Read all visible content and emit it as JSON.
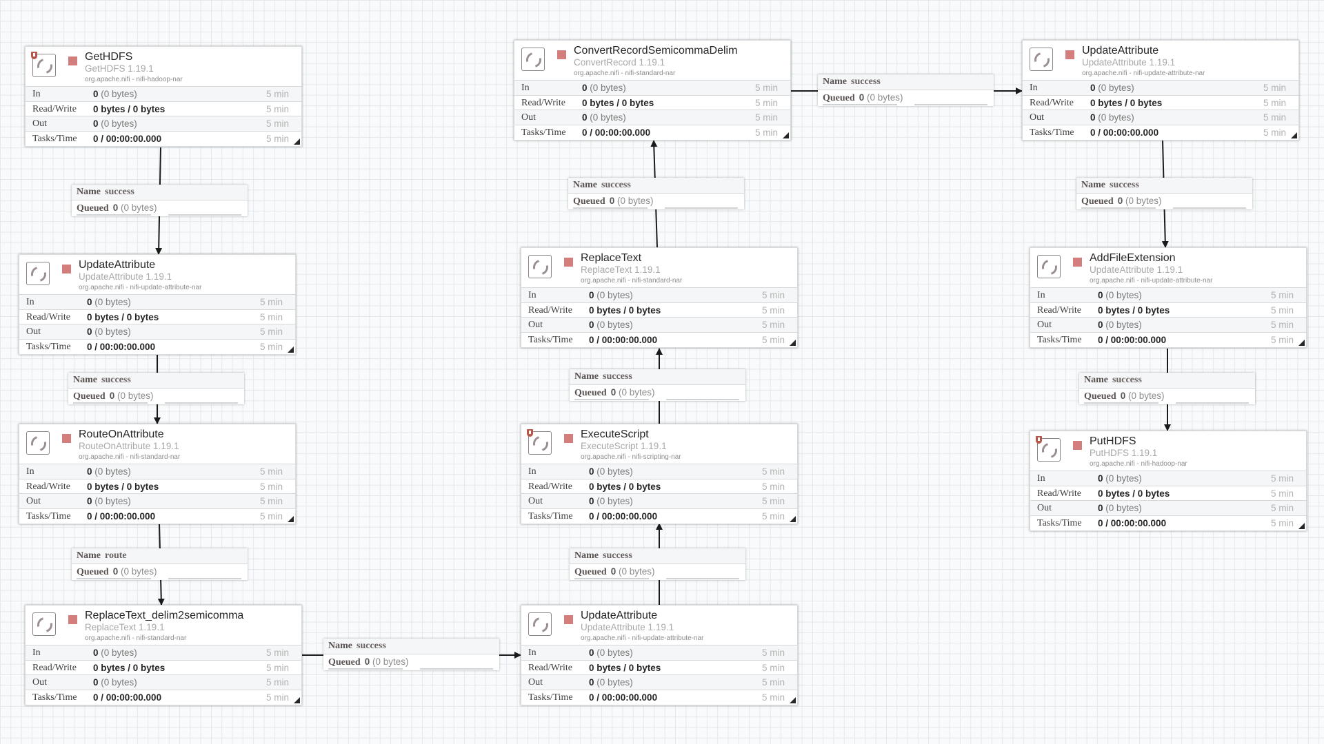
{
  "app": "Apache NiFi flow canvas",
  "row_labels": {
    "in": "In",
    "read_write": "Read/Write",
    "out": "Out",
    "tasks_time": "Tasks/Time"
  },
  "connection_labels": {
    "name": "Name",
    "queued": "Queued"
  },
  "colors": {
    "stopped_state": "#d37d7d",
    "restricted_badge": "#ba554a",
    "canvas_bg": "#f9fafb"
  },
  "processors": [
    {
      "id": "gethdfs",
      "name": "GetHDFS",
      "type": "GetHDFS 1.19.1",
      "bundle": "org.apache.nifi - nifi-hadoop-nar",
      "restricted": true,
      "state": "stopped",
      "in": "0",
      "in_bytes": "(0 bytes)",
      "read_write": "0 bytes / 0 bytes",
      "out": "0",
      "out_bytes": "(0 bytes)",
      "tasks_time": "0 / 00:00:00.000",
      "window": "5 min"
    },
    {
      "id": "updateattr-left",
      "name": "UpdateAttribute",
      "type": "UpdateAttribute 1.19.1",
      "bundle": "org.apache.nifi - nifi-update-attribute-nar",
      "restricted": false,
      "state": "stopped",
      "in": "0",
      "in_bytes": "(0 bytes)",
      "read_write": "0 bytes / 0 bytes",
      "out": "0",
      "out_bytes": "(0 bytes)",
      "tasks_time": "0 / 00:00:00.000",
      "window": "5 min"
    },
    {
      "id": "routeonattr",
      "name": "RouteOnAttribute",
      "type": "RouteOnAttribute 1.19.1",
      "bundle": "org.apache.nifi - nifi-standard-nar",
      "restricted": false,
      "state": "stopped",
      "in": "0",
      "in_bytes": "(0 bytes)",
      "read_write": "0 bytes / 0 bytes",
      "out": "0",
      "out_bytes": "(0 bytes)",
      "tasks_time": "0 / 00:00:00.000",
      "window": "5 min"
    },
    {
      "id": "replacetext-delim",
      "name": "ReplaceText_delim2semicomma",
      "type": "ReplaceText 1.19.1",
      "bundle": "org.apache.nifi - nifi-standard-nar",
      "restricted": false,
      "state": "stopped",
      "in": "0",
      "in_bytes": "(0 bytes)",
      "read_write": "0 bytes / 0 bytes",
      "out": "0",
      "out_bytes": "(0 bytes)",
      "tasks_time": "0 / 00:00:00.000",
      "window": "5 min"
    },
    {
      "id": "convertrecord",
      "name": "ConvertRecordSemicommaDelim",
      "type": "ConvertRecord 1.19.1",
      "bundle": "org.apache.nifi - nifi-standard-nar",
      "restricted": false,
      "state": "stopped",
      "in": "0",
      "in_bytes": "(0 bytes)",
      "read_write": "0 bytes / 0 bytes",
      "out": "0",
      "out_bytes": "(0 bytes)",
      "tasks_time": "0 / 00:00:00.000",
      "window": "5 min"
    },
    {
      "id": "replacetext",
      "name": "ReplaceText",
      "type": "ReplaceText 1.19.1",
      "bundle": "org.apache.nifi - nifi-standard-nar",
      "restricted": false,
      "state": "stopped",
      "in": "0",
      "in_bytes": "(0 bytes)",
      "read_write": "0 bytes / 0 bytes",
      "out": "0",
      "out_bytes": "(0 bytes)",
      "tasks_time": "0 / 00:00:00.000",
      "window": "5 min"
    },
    {
      "id": "executescript",
      "name": "ExecuteScript",
      "type": "ExecuteScript 1.19.1",
      "bundle": "org.apache.nifi - nifi-scripting-nar",
      "restricted": true,
      "state": "stopped",
      "in": "0",
      "in_bytes": "(0 bytes)",
      "read_write": "0 bytes / 0 bytes",
      "out": "0",
      "out_bytes": "(0 bytes)",
      "tasks_time": "0 / 00:00:00.000",
      "window": "5 min"
    },
    {
      "id": "updateattr-mid",
      "name": "UpdateAttribute",
      "type": "UpdateAttribute 1.19.1",
      "bundle": "org.apache.nifi - nifi-update-attribute-nar",
      "restricted": false,
      "state": "stopped",
      "in": "0",
      "in_bytes": "(0 bytes)",
      "read_write": "0 bytes / 0 bytes",
      "out": "0",
      "out_bytes": "(0 bytes)",
      "tasks_time": "0 / 00:00:00.000",
      "window": "5 min"
    },
    {
      "id": "updateattr-right",
      "name": "UpdateAttribute",
      "type": "UpdateAttribute 1.19.1",
      "bundle": "org.apache.nifi - nifi-update-attribute-nar",
      "restricted": false,
      "state": "stopped",
      "in": "0",
      "in_bytes": "(0 bytes)",
      "read_write": "0 bytes / 0 bytes",
      "out": "0",
      "out_bytes": "(0 bytes)",
      "tasks_time": "0 / 00:00:00.000",
      "window": "5 min"
    },
    {
      "id": "addfileext",
      "name": "AddFileExtension",
      "type": "UpdateAttribute 1.19.1",
      "bundle": "org.apache.nifi - nifi-update-attribute-nar",
      "restricted": false,
      "state": "stopped",
      "in": "0",
      "in_bytes": "(0 bytes)",
      "read_write": "0 bytes / 0 bytes",
      "out": "0",
      "out_bytes": "(0 bytes)",
      "tasks_time": "0 / 00:00:00.000",
      "window": "5 min"
    },
    {
      "id": "puthdfs",
      "name": "PutHDFS",
      "type": "PutHDFS 1.19.1",
      "bundle": "org.apache.nifi - nifi-hadoop-nar",
      "restricted": true,
      "state": "stopped",
      "in": "0",
      "in_bytes": "(0 bytes)",
      "read_write": "0 bytes / 0 bytes",
      "out": "0",
      "out_bytes": "(0 bytes)",
      "tasks_time": "0 / 00:00:00.000",
      "window": "5 min"
    }
  ],
  "connections": [
    {
      "from": "gethdfs",
      "to": "updateattr-left",
      "name": "success",
      "queued": "0",
      "queued_bytes": "(0 bytes)"
    },
    {
      "from": "updateattr-left",
      "to": "routeonattr",
      "name": "success",
      "queued": "0",
      "queued_bytes": "(0 bytes)"
    },
    {
      "from": "routeonattr",
      "to": "replacetext-delim",
      "name": "route",
      "queued": "0",
      "queued_bytes": "(0 bytes)"
    },
    {
      "from": "replacetext-delim",
      "to": "updateattr-mid",
      "name": "success",
      "queued": "0",
      "queued_bytes": "(0 bytes)"
    },
    {
      "from": "updateattr-mid",
      "to": "executescript",
      "name": "success",
      "queued": "0",
      "queued_bytes": "(0 bytes)"
    },
    {
      "from": "executescript",
      "to": "replacetext",
      "name": "success",
      "queued": "0",
      "queued_bytes": "(0 bytes)"
    },
    {
      "from": "replacetext",
      "to": "convertrecord",
      "name": "success",
      "queued": "0",
      "queued_bytes": "(0 bytes)"
    },
    {
      "from": "convertrecord",
      "to": "updateattr-right",
      "name": "success",
      "queued": "0",
      "queued_bytes": "(0 bytes)"
    },
    {
      "from": "updateattr-right",
      "to": "addfileext",
      "name": "success",
      "queued": "0",
      "queued_bytes": "(0 bytes)"
    },
    {
      "from": "addfileext",
      "to": "puthdfs",
      "name": "success",
      "queued": "0",
      "queued_bytes": "(0 bytes)"
    }
  ]
}
